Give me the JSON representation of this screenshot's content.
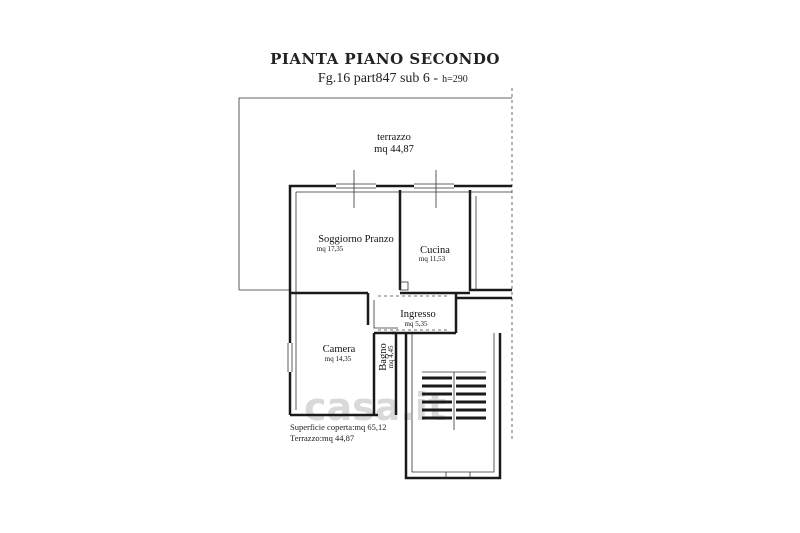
{
  "title": {
    "line1": "PIANTA PIANO SECONDO",
    "line2": "Fg.16 part847 sub 6 -",
    "height_note": "h=290"
  },
  "rooms": {
    "terrazzo": {
      "name": "terrazzo",
      "area": "mq 44,87"
    },
    "soggiorno": {
      "name": "Soggiorno Pranzo",
      "area": "mq 17,35"
    },
    "cucina": {
      "name": "Cucina",
      "area": "mq 11,53"
    },
    "ingresso": {
      "name": "Ingresso",
      "area": "mq 5,35"
    },
    "camera": {
      "name": "Camera",
      "area": "mq 14,35"
    },
    "bagno": {
      "name": "Bagno",
      "area": "mq 4,45"
    }
  },
  "summary": {
    "superficie": "Superficie coperta:mq 65,12",
    "terrazzo": "Terrazzo:mq 44,87"
  },
  "watermark": "casa.it"
}
